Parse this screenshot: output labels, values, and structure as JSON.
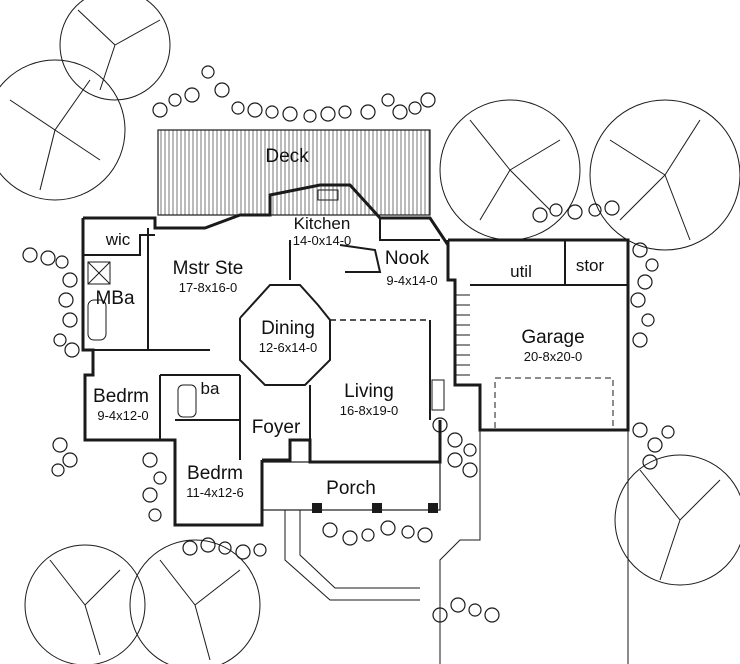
{
  "rooms": {
    "deck": {
      "name": "Deck"
    },
    "kitchen": {
      "name": "Kitchen",
      "dims": "14-0x14-0"
    },
    "wic": {
      "name": "wic"
    },
    "mstr_ste": {
      "name": "Mstr Ste",
      "dims": "17-8x16-0"
    },
    "nook": {
      "name": "Nook",
      "dims": "9-4x14-0"
    },
    "util": {
      "name": "util"
    },
    "stor": {
      "name": "stor"
    },
    "mba": {
      "name": "MBa"
    },
    "dining": {
      "name": "Dining",
      "dims": "12-6x14-0"
    },
    "garage": {
      "name": "Garage",
      "dims": "20-8x20-0"
    },
    "bedrm1": {
      "name": "Bedrm",
      "dims": "9-4x12-0"
    },
    "ba": {
      "name": "ba"
    },
    "living": {
      "name": "Living",
      "dims": "16-8x19-0"
    },
    "foyer": {
      "name": "Foyer"
    },
    "bedrm2": {
      "name": "Bedrm",
      "dims": "11-4x12-6"
    },
    "porch": {
      "name": "Porch"
    }
  },
  "colors": {
    "line": "#1a1a1a",
    "background": "#ffffff"
  }
}
